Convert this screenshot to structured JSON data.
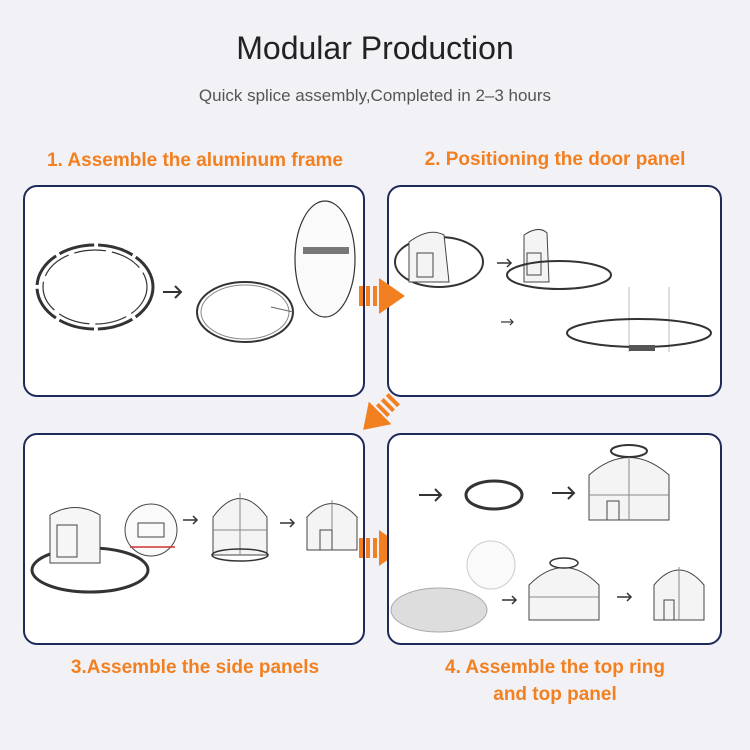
{
  "header": {
    "title": "Modular Production",
    "subtitle": "Quick splice assembly,Completed in 2–3 hours"
  },
  "steps": [
    {
      "label": "1. Assemble the aluminum frame"
    },
    {
      "label": "2. Positioning the door panel"
    },
    {
      "label": "3.Assemble the side panels"
    },
    {
      "label_line1": "4. Assemble the top ring",
      "label_line2": "and top panel"
    }
  ],
  "colors": {
    "accent": "#f28020",
    "panel_border": "#1f2a5a",
    "line": "#333333"
  }
}
